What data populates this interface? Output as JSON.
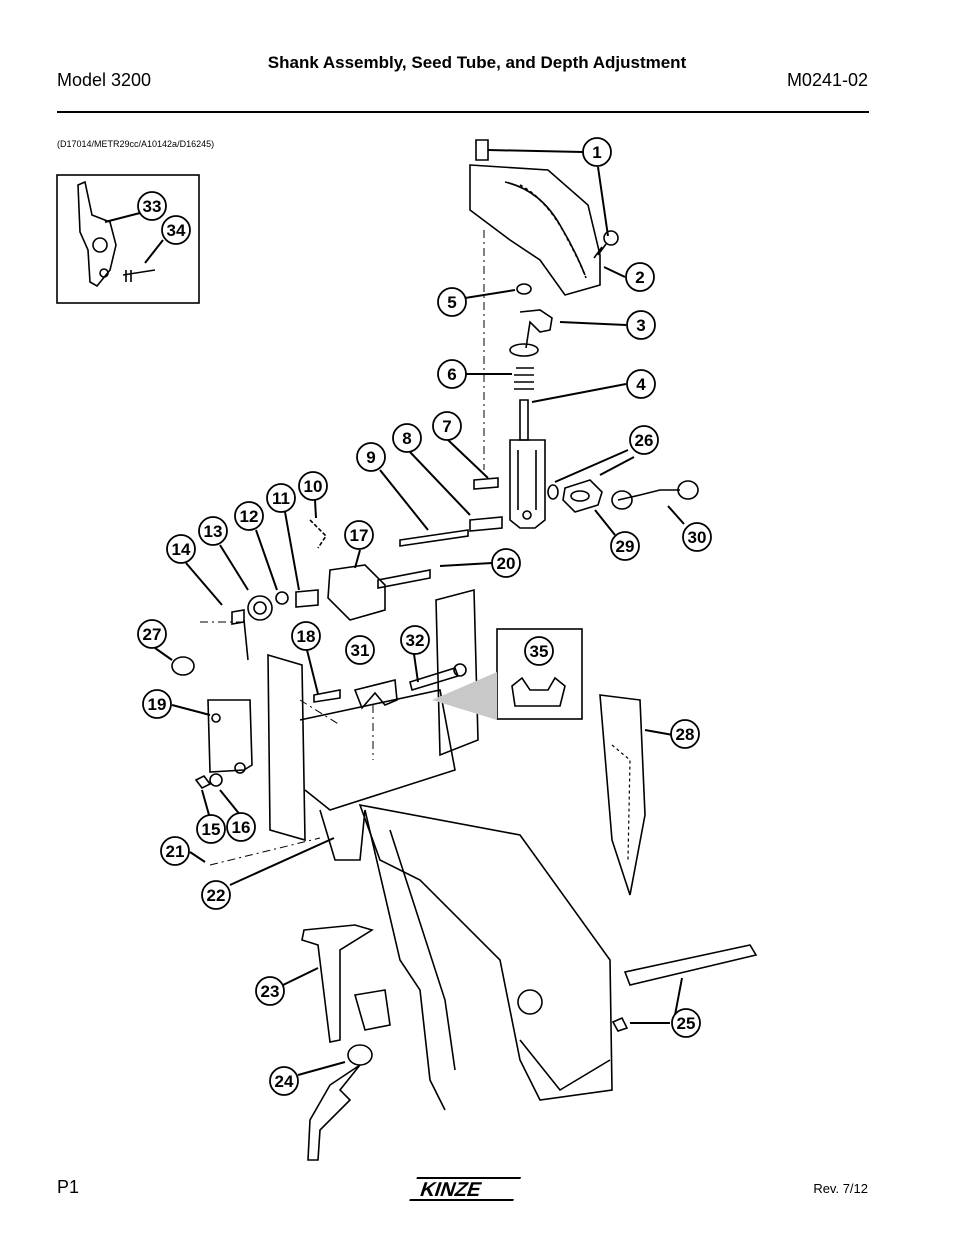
{
  "header": {
    "title": "Shank Assembly, Seed Tube, and Depth Adjustment",
    "model": "Model 3200",
    "doc_number": "M0241-02"
  },
  "reference_codes": "(D17014/METR29cc/A10142a/D16245)",
  "footer": {
    "page": "P1",
    "revision": "Rev. 7/12",
    "brand": "KINZE"
  },
  "callouts": [
    "1",
    "2",
    "3",
    "4",
    "5",
    "6",
    "7",
    "8",
    "9",
    "10",
    "11",
    "12",
    "13",
    "14",
    "15",
    "16",
    "17",
    "18",
    "19",
    "20",
    "21",
    "22",
    "23",
    "24",
    "25",
    "26",
    "27",
    "28",
    "29",
    "30",
    "31",
    "32",
    "33",
    "34",
    "35"
  ]
}
